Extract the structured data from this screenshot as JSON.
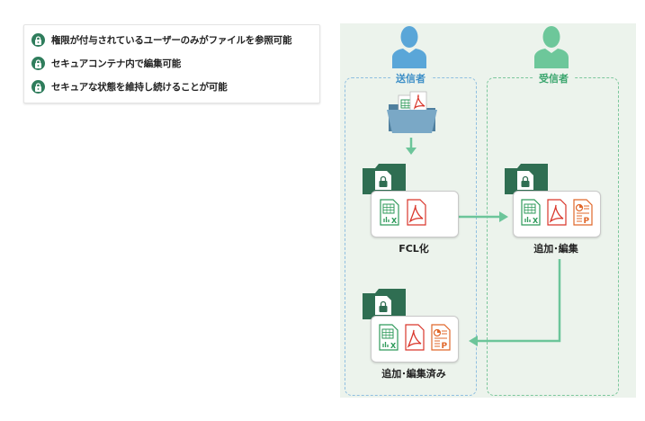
{
  "legend": {
    "items": [
      {
        "text": "権限が付与されているユーザーのみがファイルを参照可能",
        "icon": "lock-icon"
      },
      {
        "text": "セキュアコンテナ内で編集可能",
        "icon": "lock-icon"
      },
      {
        "text": "セキュアな状態を維持し続けることが可能",
        "icon": "lock-icon"
      }
    ]
  },
  "lanes": {
    "sender": {
      "label": "送信者"
    },
    "receiver": {
      "label": "受信者"
    }
  },
  "steps": {
    "fcl": {
      "caption": "FCL化"
    },
    "edit": {
      "caption": "追加･編集"
    },
    "done": {
      "caption": "追加･編集済み"
    }
  },
  "colors": {
    "accent_green": "#2f7d5c",
    "flow_arrow": "#6cc59a",
    "sender_person": "#5aa6d8",
    "receiver_person": "#6dc79a",
    "excel": "#2e9a5a",
    "pdf": "#d9362b",
    "ppt": "#e0672a"
  }
}
